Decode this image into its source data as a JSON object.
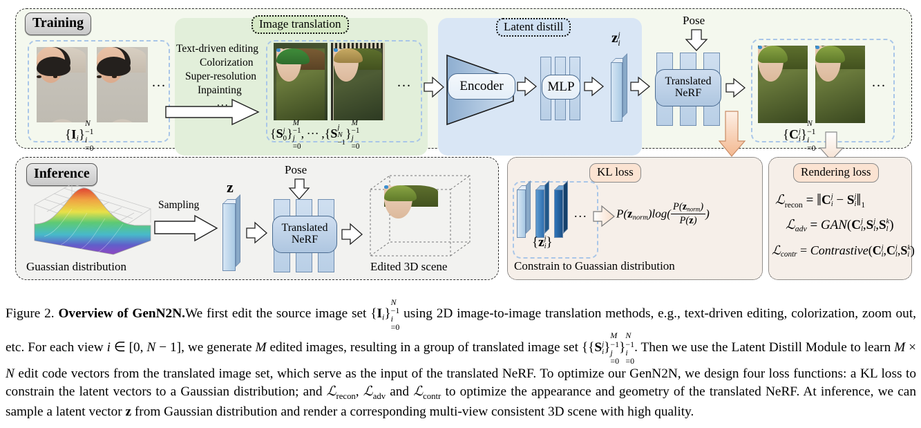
{
  "figure": {
    "number": "Figure 2.",
    "title": "Overview of GenN2N.",
    "caption_parts": [
      "We first edit the source image set ",
      " using 2D image-to-image translation methods, e.g., text-driven editing, colorization, zoom out, etc. For each view ",
      ", we generate ",
      " edited images, resulting in a group of translated image set ",
      ". Then we use the Latent Distill Module to learn ",
      " edit code vectors from the translated image set, which serve as the input of the translated NeRF. To optimize our GenN2N, we design four loss functions: a KL loss to constrain the latent vectors to a Gaussian distribution; and ",
      " to optimize the appearance and geometry of the translated NeRF. At inference, we can sample a latent vector ",
      " from Gaussian distribution and render a corresponding multi-view consistent 3D scene with high quality."
    ]
  },
  "training": {
    "badge": "Training",
    "source_set_label": "{I_i}^{N-1}_{i=0}",
    "ellipsis": "...",
    "translation": {
      "badge": "Image translation",
      "methods": [
        "Text-driven editing",
        "Colorization",
        "Super-resolution",
        "Inpainting",
        "..."
      ],
      "set_label": "{S_0^j}^{M-1}_{j=0} , ... , {S_{N-1}^j}^{M-1}_{j=0}"
    },
    "latent_distill": {
      "badge": "Latent distill",
      "encoder_label": "Encoder",
      "mlp_label": "MLP",
      "code_label": "z_i^j"
    },
    "nerf": {
      "pose_label": "Pose",
      "nerf_label_line1": "Translated",
      "nerf_label_line2": "NeRF"
    },
    "output_set_label": "{C_i^j}^{N-1}_{i=0}"
  },
  "inference": {
    "badge": "Inference",
    "gaussian_caption": "Guassian distribution",
    "sampling_label": "Sampling",
    "z_label": "z",
    "pose_label": "Pose",
    "nerf_label_line1": "Translated",
    "nerf_label_line2": "NeRF",
    "output_caption": "Edited 3D scene"
  },
  "kl_loss": {
    "badge": "KL loss",
    "vectors_label": "{z_i^j}",
    "ellipsis": "...",
    "formula": "P(z_norm) log( P(z_norm) / P(z) )",
    "constrain_caption": "Constrain to Guassian distribution"
  },
  "rendering_loss": {
    "badge": "Rendering loss",
    "formulas": [
      "L_recon = || C_i^j - S_i^j ||_1",
      "L_adv = GAN(C_l^j, S_l^j, S_l^k)",
      "L_contr = Contrastive(C_i^j, C_l^j, S_i^k)"
    ]
  },
  "colors": {
    "training_bg": "#f4f8ee",
    "inference_bg": "#f2f2f0",
    "translation_bg": "#e2efda",
    "latent_bg": "#d9e6f5",
    "loss_bg": "#f6efe9",
    "badge_peach": "#fbe3d2",
    "block_blue": "#c6daee",
    "dashed_blue": "#a9c6e8"
  }
}
